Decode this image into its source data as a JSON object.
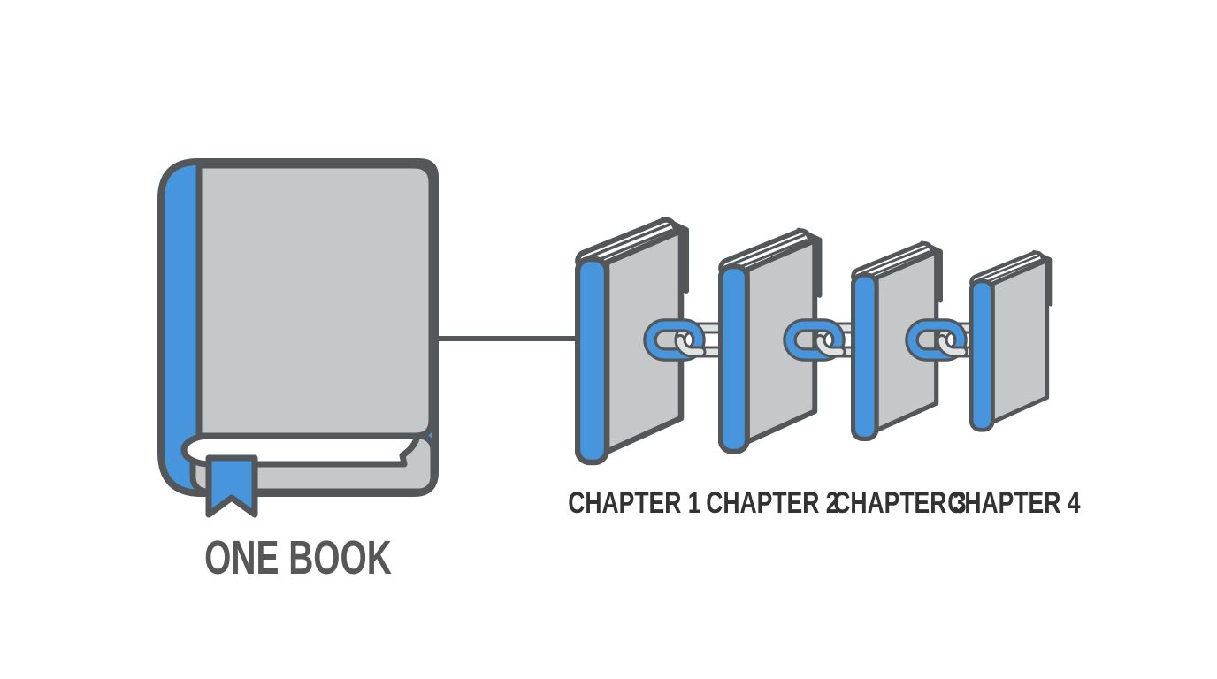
{
  "diagram": {
    "source_book": {
      "label": "ONE BOOK"
    },
    "chapters": [
      {
        "label": "CHAPTER 1"
      },
      {
        "label": "CHAPTER 2"
      },
      {
        "label": "CHAPTER 3"
      },
      {
        "label": "CHAPTER 4"
      }
    ],
    "colors": {
      "accent_blue": "#4795dc",
      "cover_gray": "#c5c7c9",
      "outline_dark": "#54575a",
      "page_white": "#ffffff",
      "chain_gray": "#dfe2e3",
      "book_label_color": "#575757",
      "chapter_label_color": "#323232",
      "background": "#ffffff"
    }
  }
}
